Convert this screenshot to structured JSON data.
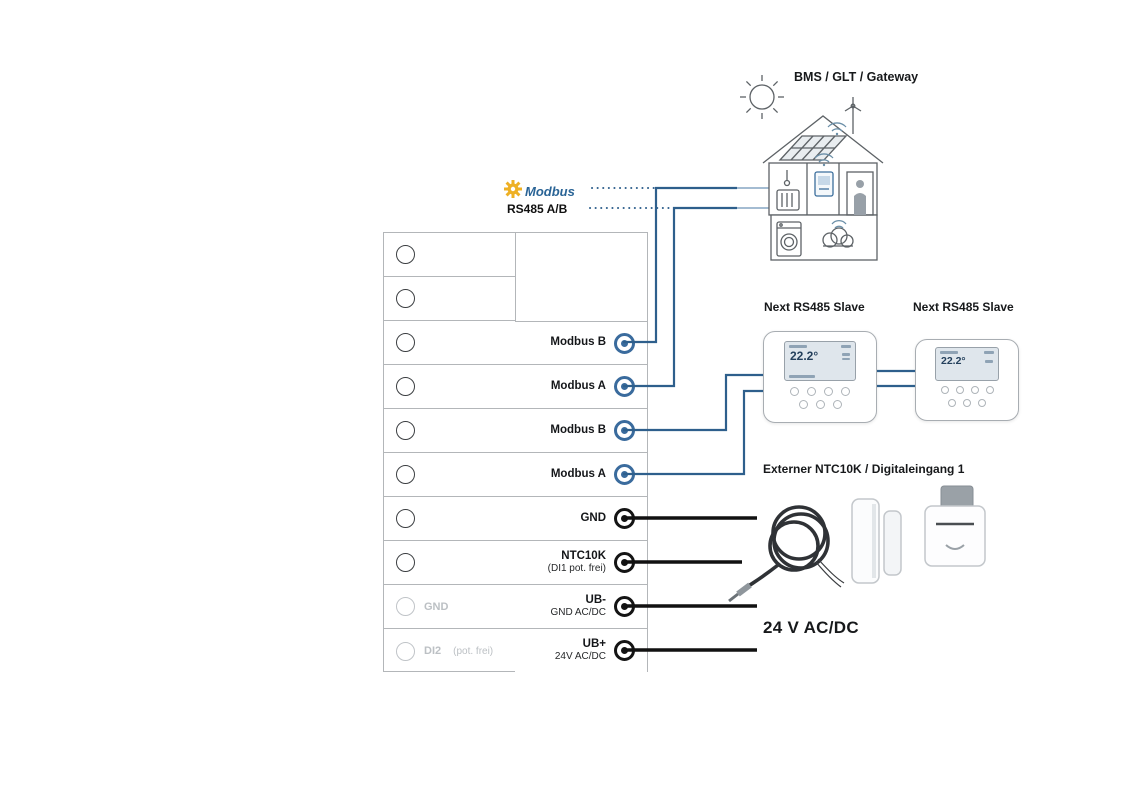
{
  "labels": {
    "modbus": "Modbus",
    "rs485": "RS485 A/B",
    "gateway": "BMS / GLT / Gateway",
    "external": "Externer NTC10K / Digitaleingang 1",
    "power": "24 V AC/DC"
  },
  "terminal_block": {
    "rows": [
      {
        "left_label": "",
        "left_sub": "",
        "right_label": "",
        "right_sub": "",
        "terminal": "none"
      },
      {
        "left_label": "",
        "left_sub": "",
        "right_label": "",
        "right_sub": "",
        "terminal": "none"
      },
      {
        "left_label": "",
        "left_sub": "",
        "right_label": "Modbus B",
        "right_sub": "",
        "terminal": "blue"
      },
      {
        "left_label": "",
        "left_sub": "",
        "right_label": "Modbus A",
        "right_sub": "",
        "terminal": "blue"
      },
      {
        "left_label": "",
        "left_sub": "",
        "right_label": "Modbus B",
        "right_sub": "",
        "terminal": "blue"
      },
      {
        "left_label": "",
        "left_sub": "",
        "right_label": "Modbus A",
        "right_sub": "",
        "terminal": "blue"
      },
      {
        "left_label": "",
        "left_sub": "",
        "right_label": "GND",
        "right_sub": "",
        "terminal": "black"
      },
      {
        "left_label": "",
        "left_sub": "",
        "right_label": "NTC10K",
        "right_sub": "(DI1 pot. frei)",
        "terminal": "black"
      },
      {
        "left_label": "GND",
        "left_sub": "",
        "right_label": "UB-",
        "right_sub": "GND AC/DC",
        "terminal": "black"
      },
      {
        "left_label": "DI2",
        "left_sub": "(pot. frei)",
        "right_label": "UB+",
        "right_sub": "24V AC/DC",
        "terminal": "black"
      }
    ]
  },
  "slave_devices": [
    {
      "label": "Next RS485 Slave",
      "screen_temp": "22.2°"
    },
    {
      "label": "Next RS485 Slave",
      "screen_temp": "22.2°"
    }
  ],
  "colors": {
    "wire_blue": "#2e5f8c",
    "wire_black": "#111111",
    "terminal_blue": "#3a6b9d",
    "terminal_black": "#141414",
    "table_border": "#b3b6b9",
    "muted_text": "#bcc0c4",
    "modbus_yellow": "#eeb024",
    "modbus_text": "#2a6496"
  }
}
